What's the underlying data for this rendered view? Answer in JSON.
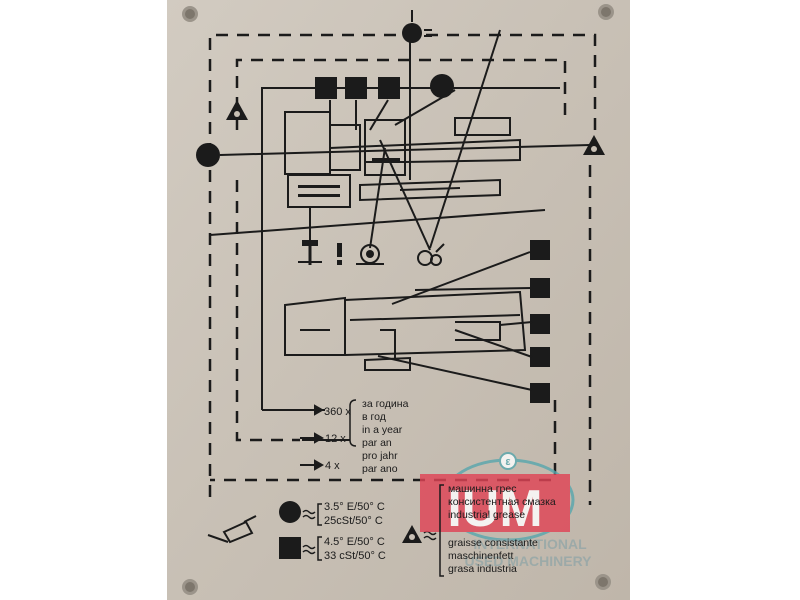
{
  "frequency": {
    "counts": [
      "360 x",
      "12 x",
      "4 x"
    ],
    "terms": [
      "за година",
      "в год",
      "in a year",
      "par an",
      "pro jahr",
      "par ano"
    ]
  },
  "oil_legend": {
    "circle_values": [
      "3.5° E/50° C",
      "25cSt/50° C"
    ],
    "square_values": [
      "4.5° E/50° C",
      "33 cSt/50° C"
    ]
  },
  "grease_legend": {
    "terms": [
      "машинна грес",
      "консистентная смазка",
      "industrial grease",
      "graisse consistante",
      "maschinenfett",
      "grasa industria"
    ]
  },
  "watermark": {
    "logo": "IUM",
    "line1": "INTERNATIONAL",
    "line2": "USED MACHINERY"
  },
  "colors": {
    "plate": "#c9c1b6",
    "ink": "#1b1b1b",
    "logo_red": "#e04456",
    "logo_teal": "#5aa7ad"
  }
}
